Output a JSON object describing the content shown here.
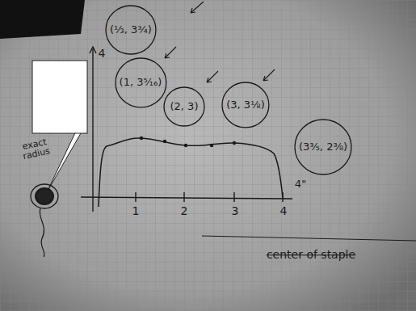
{
  "diagram": {
    "nodes": [
      {
        "text": [
          "(⅓, 3¾)"
        ]
      },
      {
        "text": [
          "(1, 3⁵⁄₁₆)"
        ]
      },
      {
        "text": [
          "(2, 3)"
        ]
      },
      {
        "text": [
          "(3, 3⅛)"
        ]
      },
      {
        "text": [
          "(3⅗, 2⅜)"
        ]
      }
    ],
    "labels": [
      "4",
      "1",
      "2",
      "3",
      "4",
      "4\"",
      "exact radius",
      "center of staple"
    ]
  }
}
